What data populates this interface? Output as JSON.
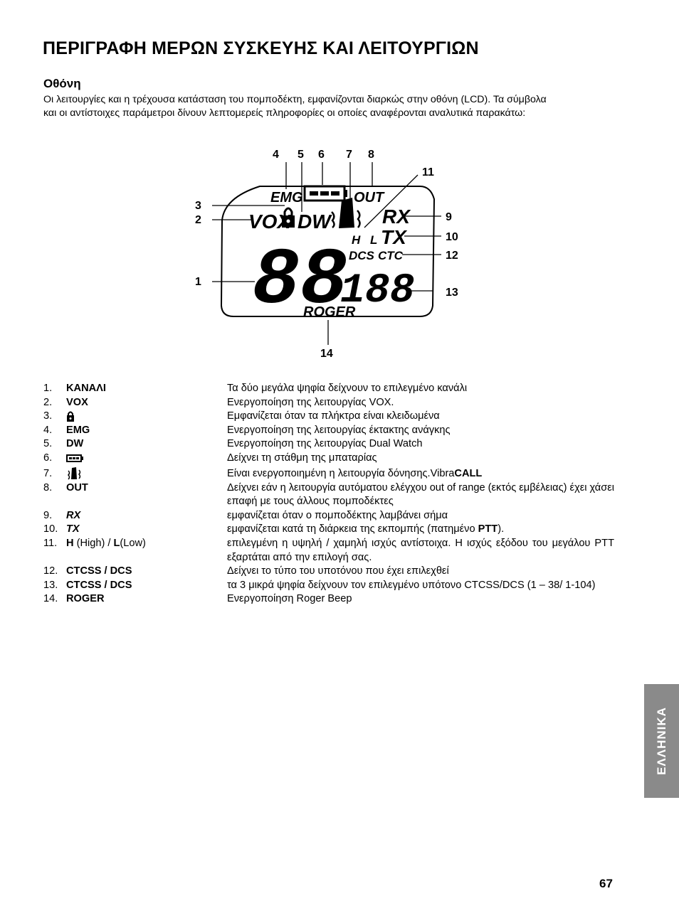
{
  "page": {
    "title": "ΠΕΡΙΓΡΑΦΗ ΜΕΡΩΝ ΣΥΣΚΕΥΗΣ ΚΑΙ ΛΕΙΤΟΥΡΓΙΩΝ",
    "section": "Οθόνη",
    "intro_line1": "Οι λειτουργίες και η τρέχουσα κατάσταση του πομποδέκτη, εμφανίζονται διαρκώς στην οθόνη (LCD). Τα σύμβολα",
    "intro_line2": "και οι αντίστοιχες παράμετροι δίνουν λεπτομερείς πληροφορίες οι οποίες αναφέρονται αναλυτικά παρακάτω:",
    "side_tab": "ΕΛΛΗΝΙΚΑ",
    "page_number": "67"
  },
  "diagram": {
    "callouts": [
      "1",
      "2",
      "3",
      "4",
      "5",
      "6",
      "7",
      "8",
      "9",
      "10",
      "11",
      "12",
      "13",
      "14"
    ],
    "lcd": {
      "emg": "EMG",
      "out": "OUT",
      "vox": "VOX",
      "dw": "DW",
      "rx": "RX",
      "tx": "TX",
      "h": "H",
      "l": "L",
      "dcs": "DCS",
      "ctc": "CTC",
      "big_digits": "88",
      "small_digits": "188",
      "roger": "ROGER"
    }
  },
  "items": [
    {
      "num": "1.",
      "label": "ΚΑΝΑΛΙ",
      "desc": " Τα δύο μεγάλα ψηφία δείχνουν το επιλεγμένο κανάλι"
    },
    {
      "num": "2.",
      "label": "VOX",
      "desc": "Ενεργοποίηση της λειτουργίας VOX."
    },
    {
      "num": "3.",
      "icon": "lock-icon",
      "desc": "Εμφανίζεται όταν τα πλήκτρα είναι κλειδωμένα"
    },
    {
      "num": "4.",
      "label": "EMG",
      "desc": "Ενεργοποίηση της λειτουργίας έκτακτης ανάγκης"
    },
    {
      "num": "5.",
      "label": "DW",
      "desc": "Ενεργοποίηση της λειτουργίας Dual Watch"
    },
    {
      "num": "6.",
      "icon": "battery-icon",
      "desc": "Δείχνει τη στάθμη της μπαταρίας"
    },
    {
      "num": "7.",
      "icon": "vibrating-phone-icon",
      "desc": "Είναι ενεργοποιημένη η λειτουργία δόνησης.Vibra",
      "desc_bold": "CALL"
    },
    {
      "num": "8.",
      "label": "OUT",
      "desc": "Δείχνει εάν η λειτουργία αυτόματου ελέγχου out of range (εκτός εμβέλειας) έχει χάσει επαφή με τους άλλους πομποδέκτες"
    },
    {
      "num": "9.",
      "label": "RX",
      "desc": "εμφανίζεται όταν ο πομποδέκτης λαμβάνει σήμα"
    },
    {
      "num": "10.",
      "label": "TX",
      "desc": "εμφανίζεται κατά τη διάρκεια της εκπομπής (πατημένο ",
      "desc_bold": "PTT",
      "desc_tail": ")."
    },
    {
      "num": "11.",
      "label_h": "H",
      "label_high": " (High) / ",
      "label_l": "L",
      "label_low": "(Low)",
      "desc": "επιλεγμένη η υψηλή / χαμηλή ισχύς αντίστοιχα. Η ισχύς εξόδου του μεγάλου PTT εξαρτάται από την επιλογή σας."
    },
    {
      "num": "12.",
      "label": "CTCSS / DCS",
      "desc": "Δείχνει το τύπο του υποτόνου που έχει επιλεχθεί"
    },
    {
      "num": "13.",
      "label": "CTCSS / DCS",
      "desc": "τα 3 μικρά ψηφία δείχνουν τον επιλεγμένο υπότονο CTCSS/DCS (1 – 38/ 1-104)"
    },
    {
      "num": "14.",
      "label": "ROGER",
      "desc": "Ενεργοποίηση Roger Beep"
    }
  ]
}
